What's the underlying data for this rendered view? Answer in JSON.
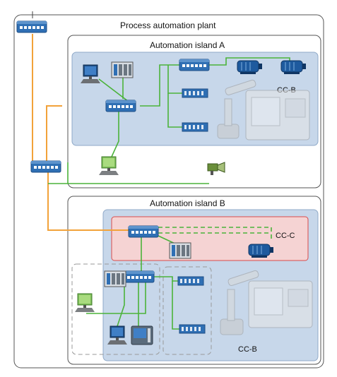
{
  "plant": {
    "title": "Process automation plant"
  },
  "island_a": {
    "title": "Automation island A",
    "zone_label": "CC-B"
  },
  "island_b": {
    "title": "Automation island B",
    "zone_c_label": "CC-C",
    "zone_b_label": "CC-B"
  },
  "colors": {
    "industrial_ethernet": "#f2a23a",
    "profinet": "#4bb33a",
    "cc_b_fill": "#c7d7ea",
    "cc_c_fill": "#f5d3d3",
    "cc_c_border": "#d94b4b",
    "switch": "#2f6fb4"
  },
  "icons": [
    "switch-icon",
    "pc-icon",
    "plc-icon",
    "io-device-icon",
    "drive-icon",
    "camera-icon",
    "robot-icon",
    "machine-icon",
    "hmi-icon"
  ]
}
